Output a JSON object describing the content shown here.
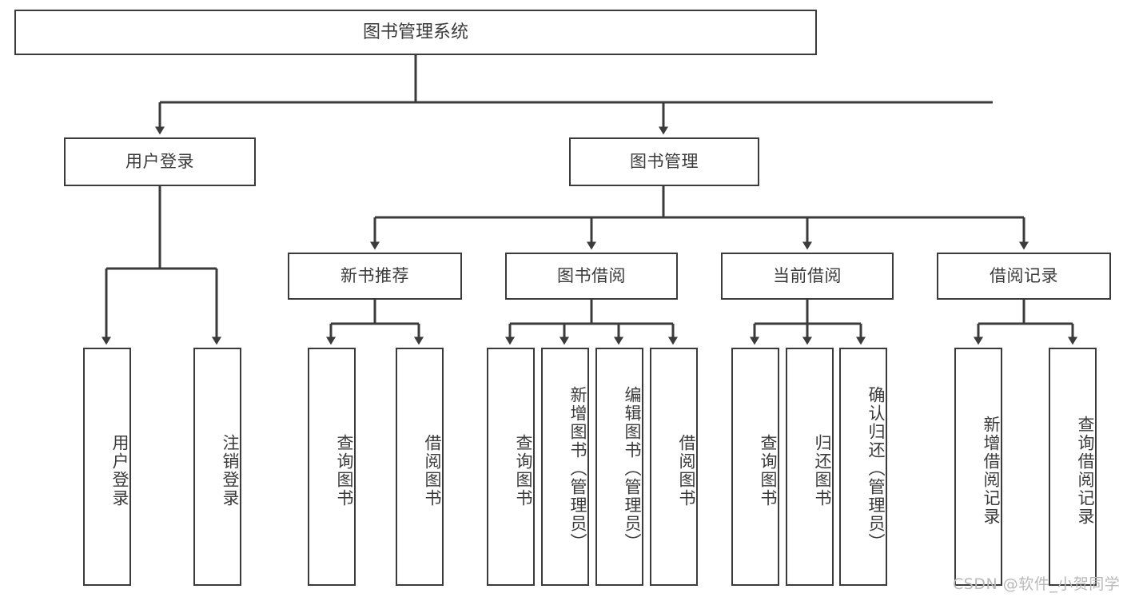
{
  "diagram": {
    "title": "图书管理系统",
    "type": "tree-hierarchy-chart",
    "line_color": "#3b3b3b",
    "text_color": "#3b3b3b",
    "background": "#ffffff"
  },
  "root": {
    "label": "图书管理系统"
  },
  "level2": [
    {
      "label": "用户登录"
    },
    {
      "label": "图书管理"
    }
  ],
  "level3": [
    {
      "label": "新书推荐"
    },
    {
      "label": "图书借阅"
    },
    {
      "label": "当前借阅"
    },
    {
      "label": "借阅记录"
    }
  ],
  "leaves": {
    "user_login": [
      {
        "label": "用户登录"
      },
      {
        "label": "注销登录"
      }
    ],
    "new_book_recommend": [
      {
        "label": "查询图书"
      },
      {
        "label": "借阅图书"
      }
    ],
    "book_borrow": [
      {
        "label": "查询图书"
      },
      {
        "label": "新增图书（管理员）"
      },
      {
        "label": "编辑图书（管理员）"
      },
      {
        "label": "借阅图书"
      }
    ],
    "current_borrow": [
      {
        "label": "查询图书"
      },
      {
        "label": "归还图书"
      },
      {
        "label": "确认归还（管理员）"
      }
    ],
    "borrow_record": [
      {
        "label": "新增借阅记录"
      },
      {
        "label": "查询借阅记录"
      }
    ]
  },
  "watermark": {
    "text": "CSDN @软件_小贺同学"
  }
}
